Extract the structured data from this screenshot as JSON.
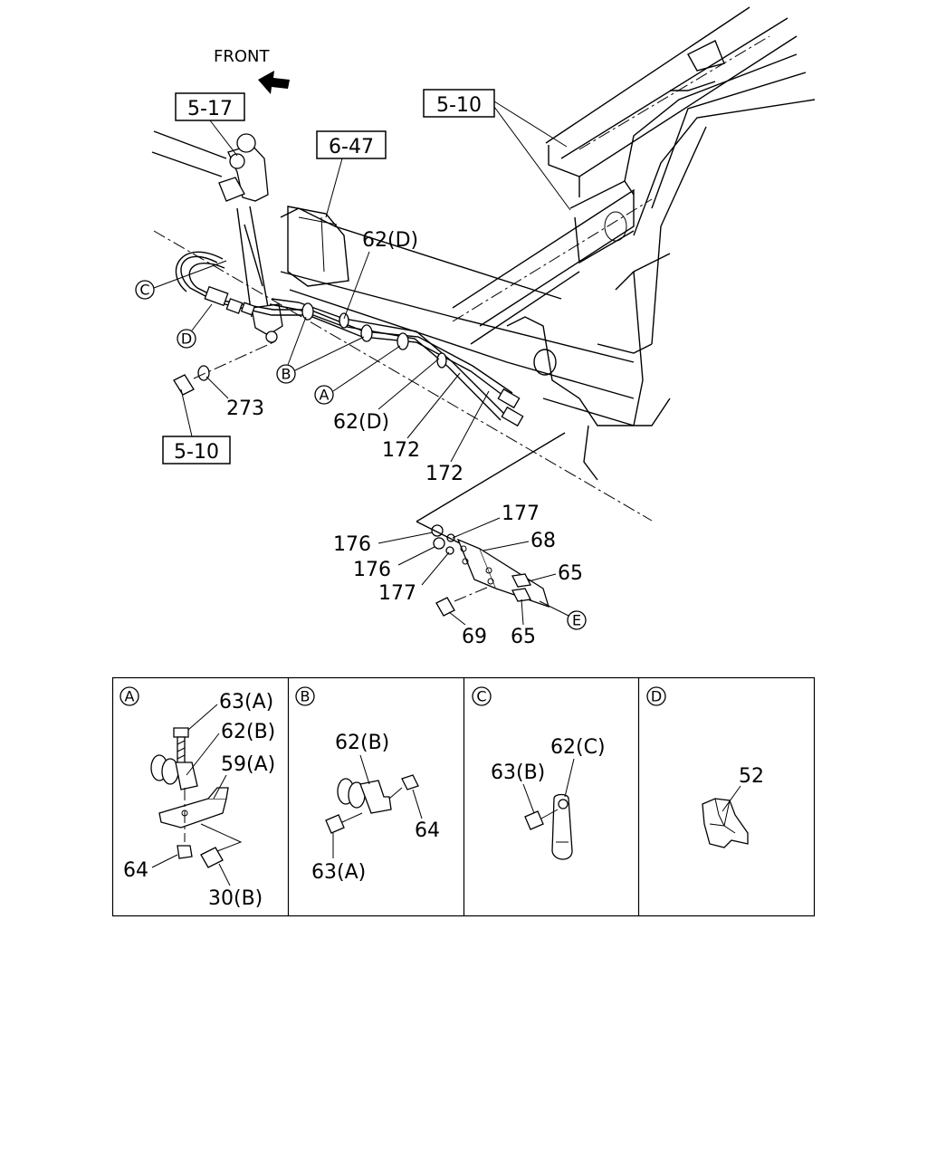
{
  "front_label": "FRONT",
  "refs": {
    "r1": "5-17",
    "r2": "6-47",
    "r3": "5-10",
    "r4": "5-10"
  },
  "labels": {
    "l62d_top": "62(D)",
    "l273": "273",
    "l62d_mid": "62(D)",
    "l172a": "172",
    "l172b": "172",
    "l177a": "177",
    "l176a": "176",
    "l68": "68",
    "l176b": "176",
    "l65a": "65",
    "l177b": "177",
    "l69": "69",
    "l65b": "65"
  },
  "callouts": {
    "A": "A",
    "B": "B",
    "C": "C",
    "D": "D",
    "E": "E"
  },
  "details": {
    "A": {
      "key": "A",
      "p1": "63(A)",
      "p2": "62(B)",
      "p3": "59(A)",
      "p4": "64",
      "p5": "30(B)"
    },
    "B": {
      "key": "B",
      "p1": "62(B)",
      "p2": "64",
      "p3": "63(A)"
    },
    "C": {
      "key": "C",
      "p1": "62(C)",
      "p2": "63(B)"
    },
    "D": {
      "key": "D",
      "p1": "52"
    }
  }
}
